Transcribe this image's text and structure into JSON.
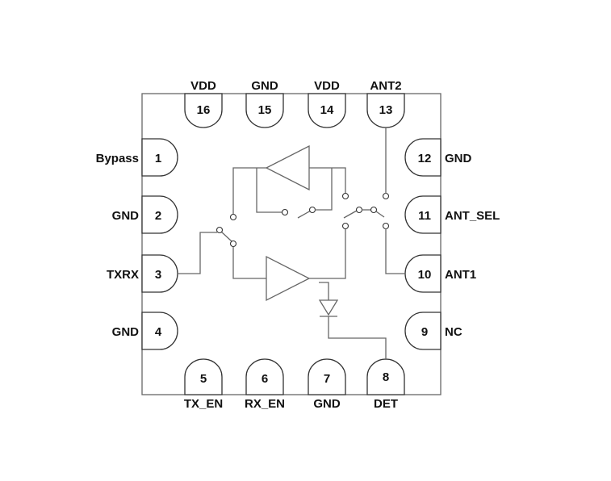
{
  "pins": [
    {
      "num": "1",
      "name": "Bypass"
    },
    {
      "num": "2",
      "name": "GND"
    },
    {
      "num": "3",
      "name": "TXRX"
    },
    {
      "num": "4",
      "name": "GND"
    },
    {
      "num": "5",
      "name": "TX_EN"
    },
    {
      "num": "6",
      "name": "RX_EN"
    },
    {
      "num": "7",
      "name": "GND"
    },
    {
      "num": "8",
      "name": "DET"
    },
    {
      "num": "9",
      "name": "NC"
    },
    {
      "num": "10",
      "name": "ANT1"
    },
    {
      "num": "11",
      "name": "ANT_SEL"
    },
    {
      "num": "12",
      "name": "GND"
    },
    {
      "num": "13",
      "name": "ANT2"
    },
    {
      "num": "14",
      "name": "VDD"
    },
    {
      "num": "15",
      "name": "GND"
    },
    {
      "num": "16",
      "name": "VDD"
    }
  ]
}
